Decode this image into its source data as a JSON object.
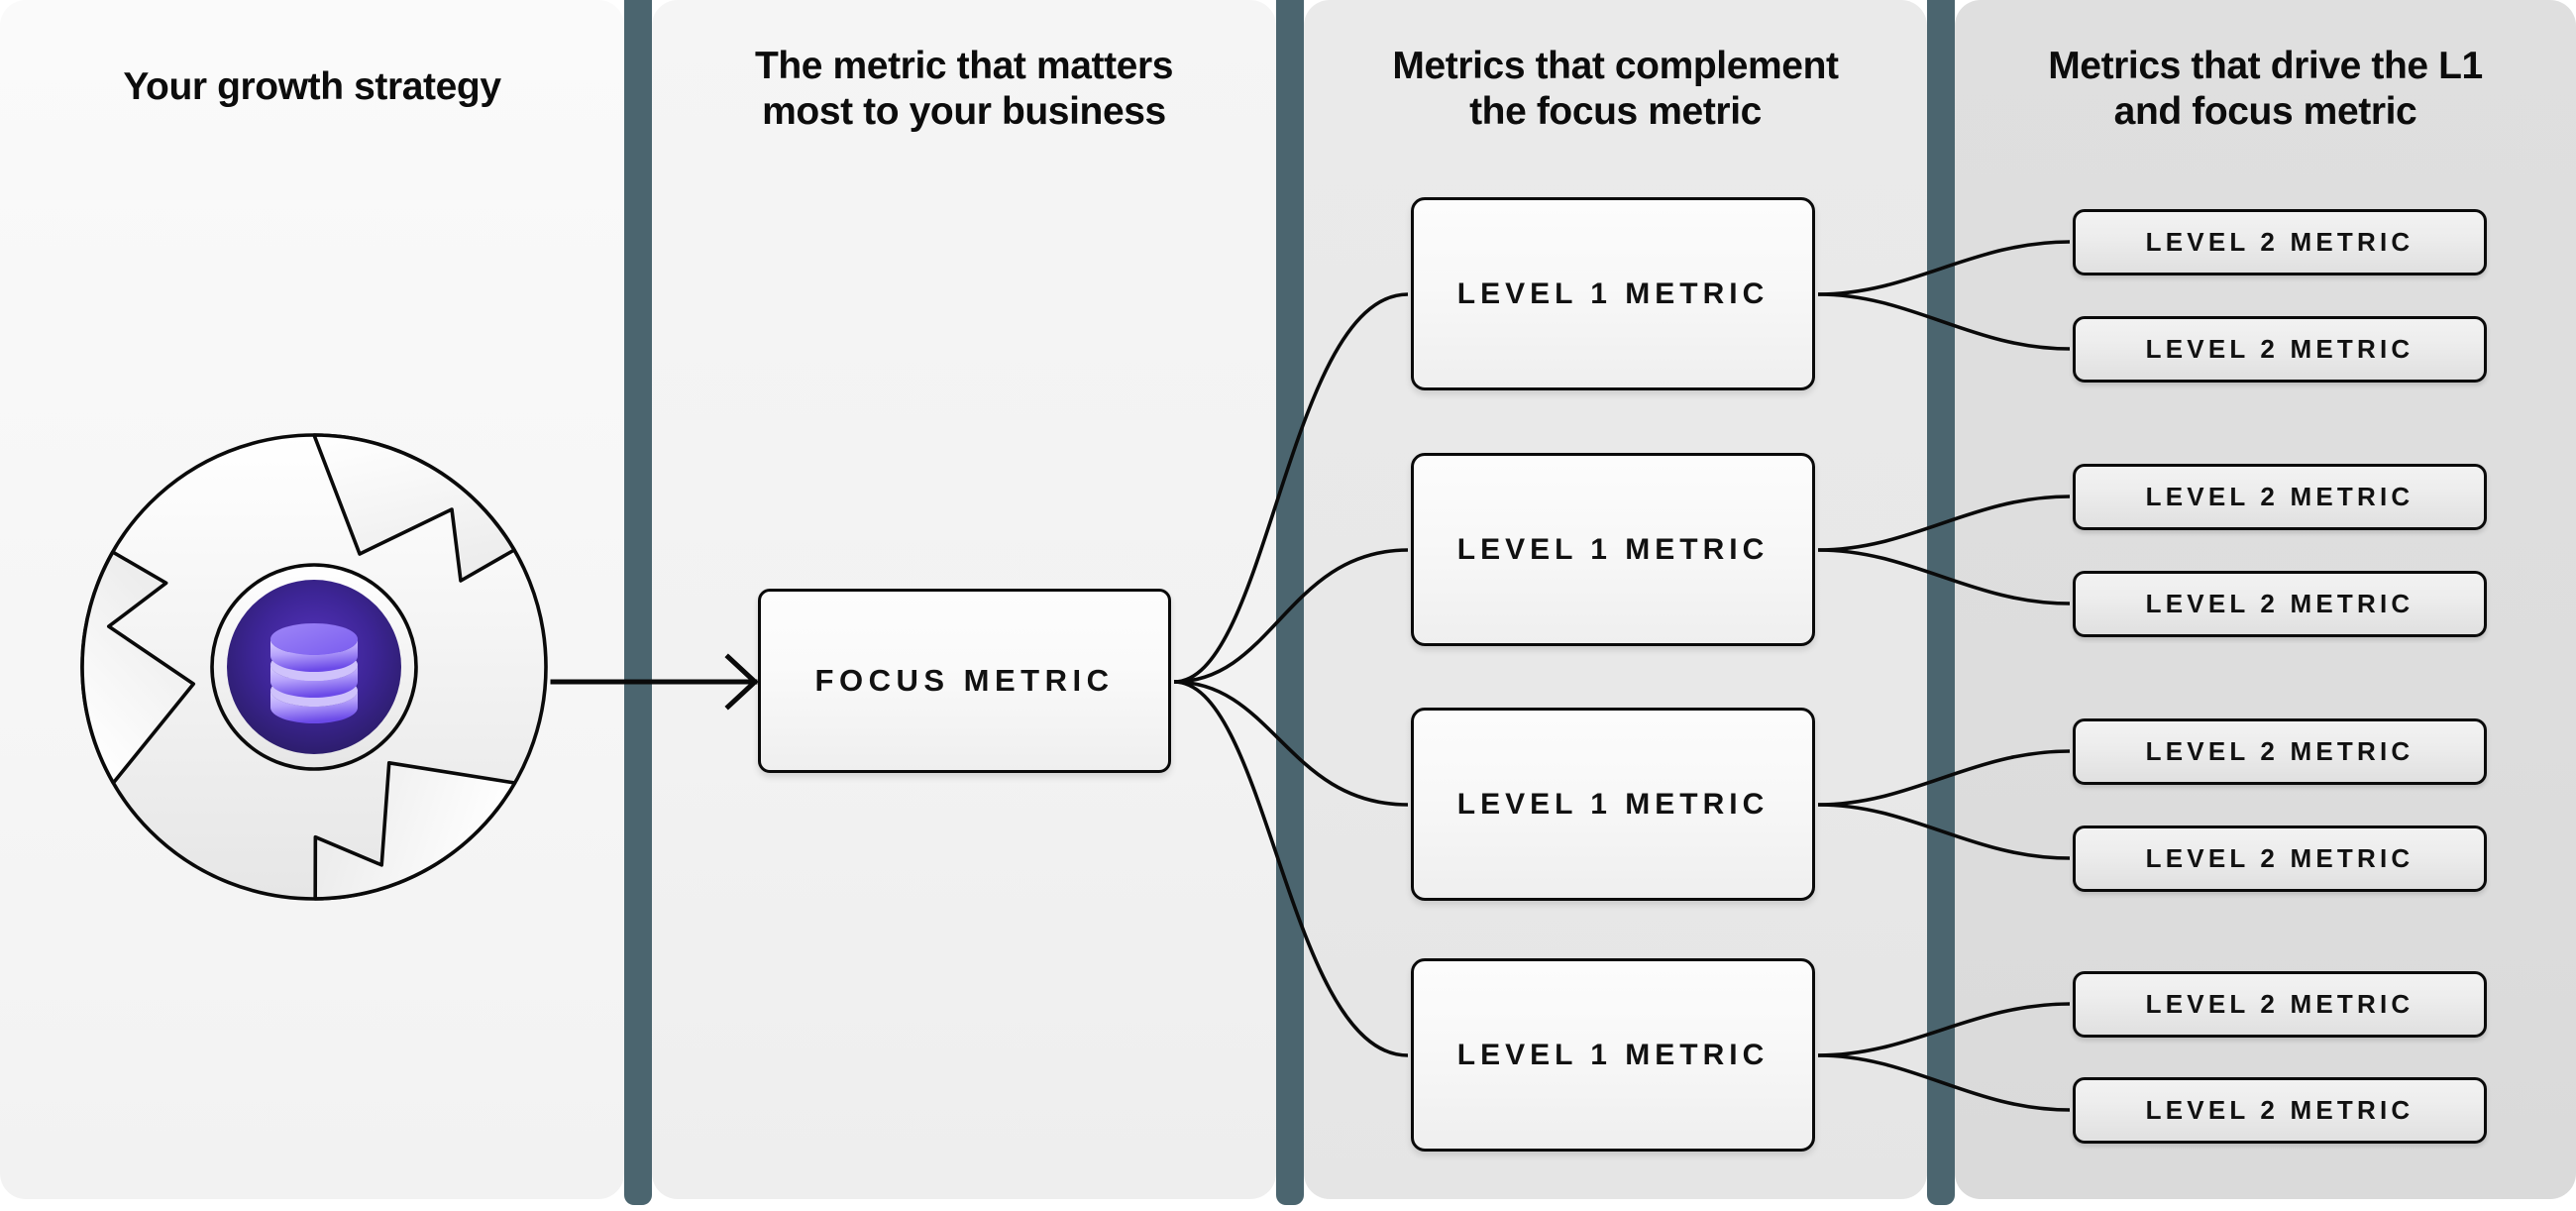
{
  "columns": [
    {
      "id": "growth-strategy",
      "heading": "Your growth strategy"
    },
    {
      "id": "focus-metric",
      "heading": "The metric that matters\nmost to your business"
    },
    {
      "id": "level-1-metrics",
      "heading": "Metrics that complement\nthe focus metric"
    },
    {
      "id": "level-2-metrics",
      "heading": "Metrics that drive the L1\nand focus metric"
    }
  ],
  "strategy": {
    "icon": "database-icon",
    "graphic": "aperture-iris-graphic"
  },
  "focus": {
    "label": "FOCUS METRIC"
  },
  "groups": [
    {
      "l1": "LEVEL 1 METRIC",
      "l2": [
        "LEVEL 2 METRIC",
        "LEVEL 2 METRIC"
      ]
    },
    {
      "l1": "LEVEL 1 METRIC",
      "l2": [
        "LEVEL 2 METRIC",
        "LEVEL 2 METRIC"
      ]
    },
    {
      "l1": "LEVEL 1 METRIC",
      "l2": [
        "LEVEL 2 METRIC",
        "LEVEL 2 METRIC"
      ]
    },
    {
      "l1": "LEVEL 1 METRIC",
      "l2": [
        "LEVEL 2 METRIC",
        "LEVEL 2 METRIC"
      ]
    }
  ],
  "colors": {
    "divider": "#4b656f",
    "panel_1": "#f7f7f7",
    "panel_2": "#f2f2f2",
    "panel_3": "#e8e8e8",
    "panel_4": "#dddddd",
    "icon_circle_outer": "#2e1f6e",
    "icon_circle_inner": "#4a2fa8",
    "icon_disk_light": "#d9cdfb",
    "icon_disk_mid": "#7b5cf0",
    "stroke": "#0a0a0a",
    "text": "#111111"
  }
}
